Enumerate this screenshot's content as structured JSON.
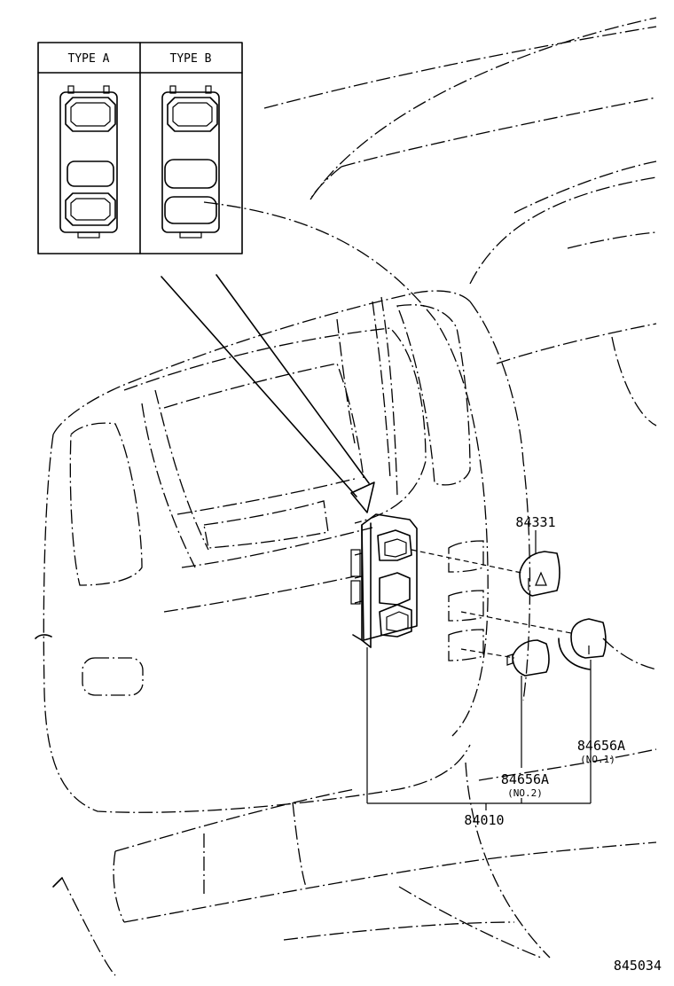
{
  "inset": {
    "type_a": "TYPE A",
    "type_b": "TYPE B"
  },
  "parts": [
    {
      "id": "p84331",
      "number": "84331",
      "note": ""
    },
    {
      "id": "p84656a_no1",
      "number": "84656A",
      "note": "(NO.1)"
    },
    {
      "id": "p84656a_no2",
      "number": "84656A",
      "note": "(NO.2)"
    },
    {
      "id": "p84010",
      "number": "84010",
      "note": ""
    }
  ],
  "diagram_code": "845034"
}
